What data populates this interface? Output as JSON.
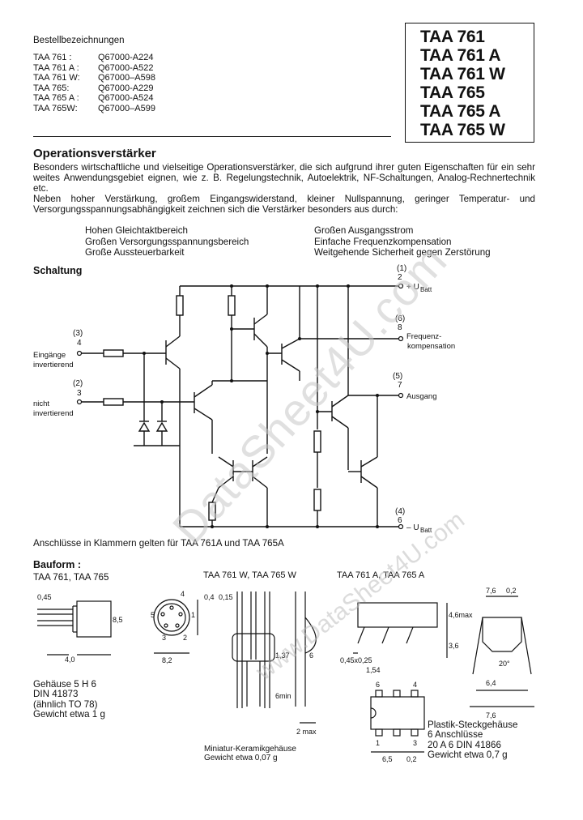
{
  "order": {
    "heading": "Bestellbezeichnungen",
    "rows": [
      {
        "type": "TAA 761 :",
        "code": "Q67000-A224"
      },
      {
        "type": "TAA 761 A :",
        "code": "Q67000-A522"
      },
      {
        "type": "TAA 761 W:",
        "code": "Q67000–A598"
      },
      {
        "type": "TAA 765:",
        "code": "Q67000-A229"
      },
      {
        "type": "TAA 765 A :",
        "code": "Q67000-A524"
      },
      {
        "type": "TAA 765W:",
        "code": "Q67000–A599"
      }
    ]
  },
  "types": [
    "TAA 761",
    "TAA 761 A",
    "TAA 761 W",
    "TAA 765",
    "TAA 765 A",
    "TAA 765 W"
  ],
  "section_title": "Operationsverstärker",
  "description": [
    "Besonders wirtschaftliche und vielseitige Operationsverstärker, die sich aufgrund ihrer guten Eigenschaften für ein sehr weites Anwendungsgebiet eignen, wie z. B. Regelungstechnik, Autoelektrik, NF-Schaltungen, Analog-Rechnertechnik etc.",
    "Neben hoher Verstärkung, großem Eingangswiderstand, kleiner Nullspannung, geringer Temperatur- und Versorgungsspannungsabhängigkeit zeichnen sich die Verstärker besonders aus durch:"
  ],
  "features": [
    [
      "Hohen Gleichtaktbereich",
      "Großen Ausgangsstrom"
    ],
    [
      "Großen Versorgungsspannungsbereich",
      "Einfache Frequenzkompensation"
    ],
    [
      "Große Aussteuerbarkeit",
      "Weitgehende Sicherheit gegen Zerstörung"
    ]
  ],
  "schematic": {
    "title": "Schaltung",
    "pins": {
      "vbatt_pos": {
        "pin_alt": "(1)",
        "pin": "2",
        "label": "+ U",
        "sub": "Batt"
      },
      "freq": {
        "pin_alt": "(6)",
        "pin": "8",
        "label": "Frequenz-",
        "label2": "kompensation"
      },
      "inv": {
        "pin_alt": "(3)",
        "pin": "4",
        "label": "Eingänge",
        "label2": "invertierend"
      },
      "noninv": {
        "pin_alt": "(2)",
        "pin": "3",
        "label": "nicht",
        "label2": "invertierend"
      },
      "out": {
        "pin_alt": "(5)",
        "pin": "7",
        "label": "Ausgang"
      },
      "vbatt_neg": {
        "pin_alt": "(4)",
        "pin": "6",
        "label": "– U",
        "sub": "Batt"
      }
    },
    "note": "Anschlüsse in Klammern gelten für TAA 761A und TAA 765A"
  },
  "bauform": {
    "title": "Bauform :",
    "left": {
      "types": "TAA 761, TAA 765",
      "dims": [
        "0,45",
        "4,0",
        "8,5",
        "8,2",
        "5",
        "1",
        "2",
        "4",
        "3"
      ],
      "desc": [
        "Gehäuse 5 H 6",
        "DIN 41873",
        "(ähnlich TO 78)",
        "Gewicht etwa 1 g"
      ]
    },
    "middle": {
      "types": "TAA 761 W, TAA 765 W",
      "dims": [
        "0,4",
        "0,15",
        "1,37",
        "6min",
        "2 max",
        "6"
      ],
      "desc": [
        "Miniatur-Keramikgehäuse",
        "Gewicht etwa 0,07 g"
      ]
    },
    "right": {
      "types": "TAA 761 A, TAA 765 A",
      "dims": [
        "7,6",
        "0,2",
        "4,6max",
        "3,6",
        "0,45x0,25",
        "1,54",
        "20°",
        "6,4",
        "7,6",
        "6,5",
        "0,2"
      ],
      "pin_nums": [
        "6",
        "4",
        "1",
        "3"
      ],
      "desc": [
        "Plastik-Steckgehäuse",
        "6 Anschlüsse",
        "20 A 6 DIN 41866",
        "Gewicht etwa 0,7 g"
      ]
    }
  },
  "watermark": {
    "big": "DataSheet4U.com",
    "small": "www.DataSheet4U.com"
  }
}
